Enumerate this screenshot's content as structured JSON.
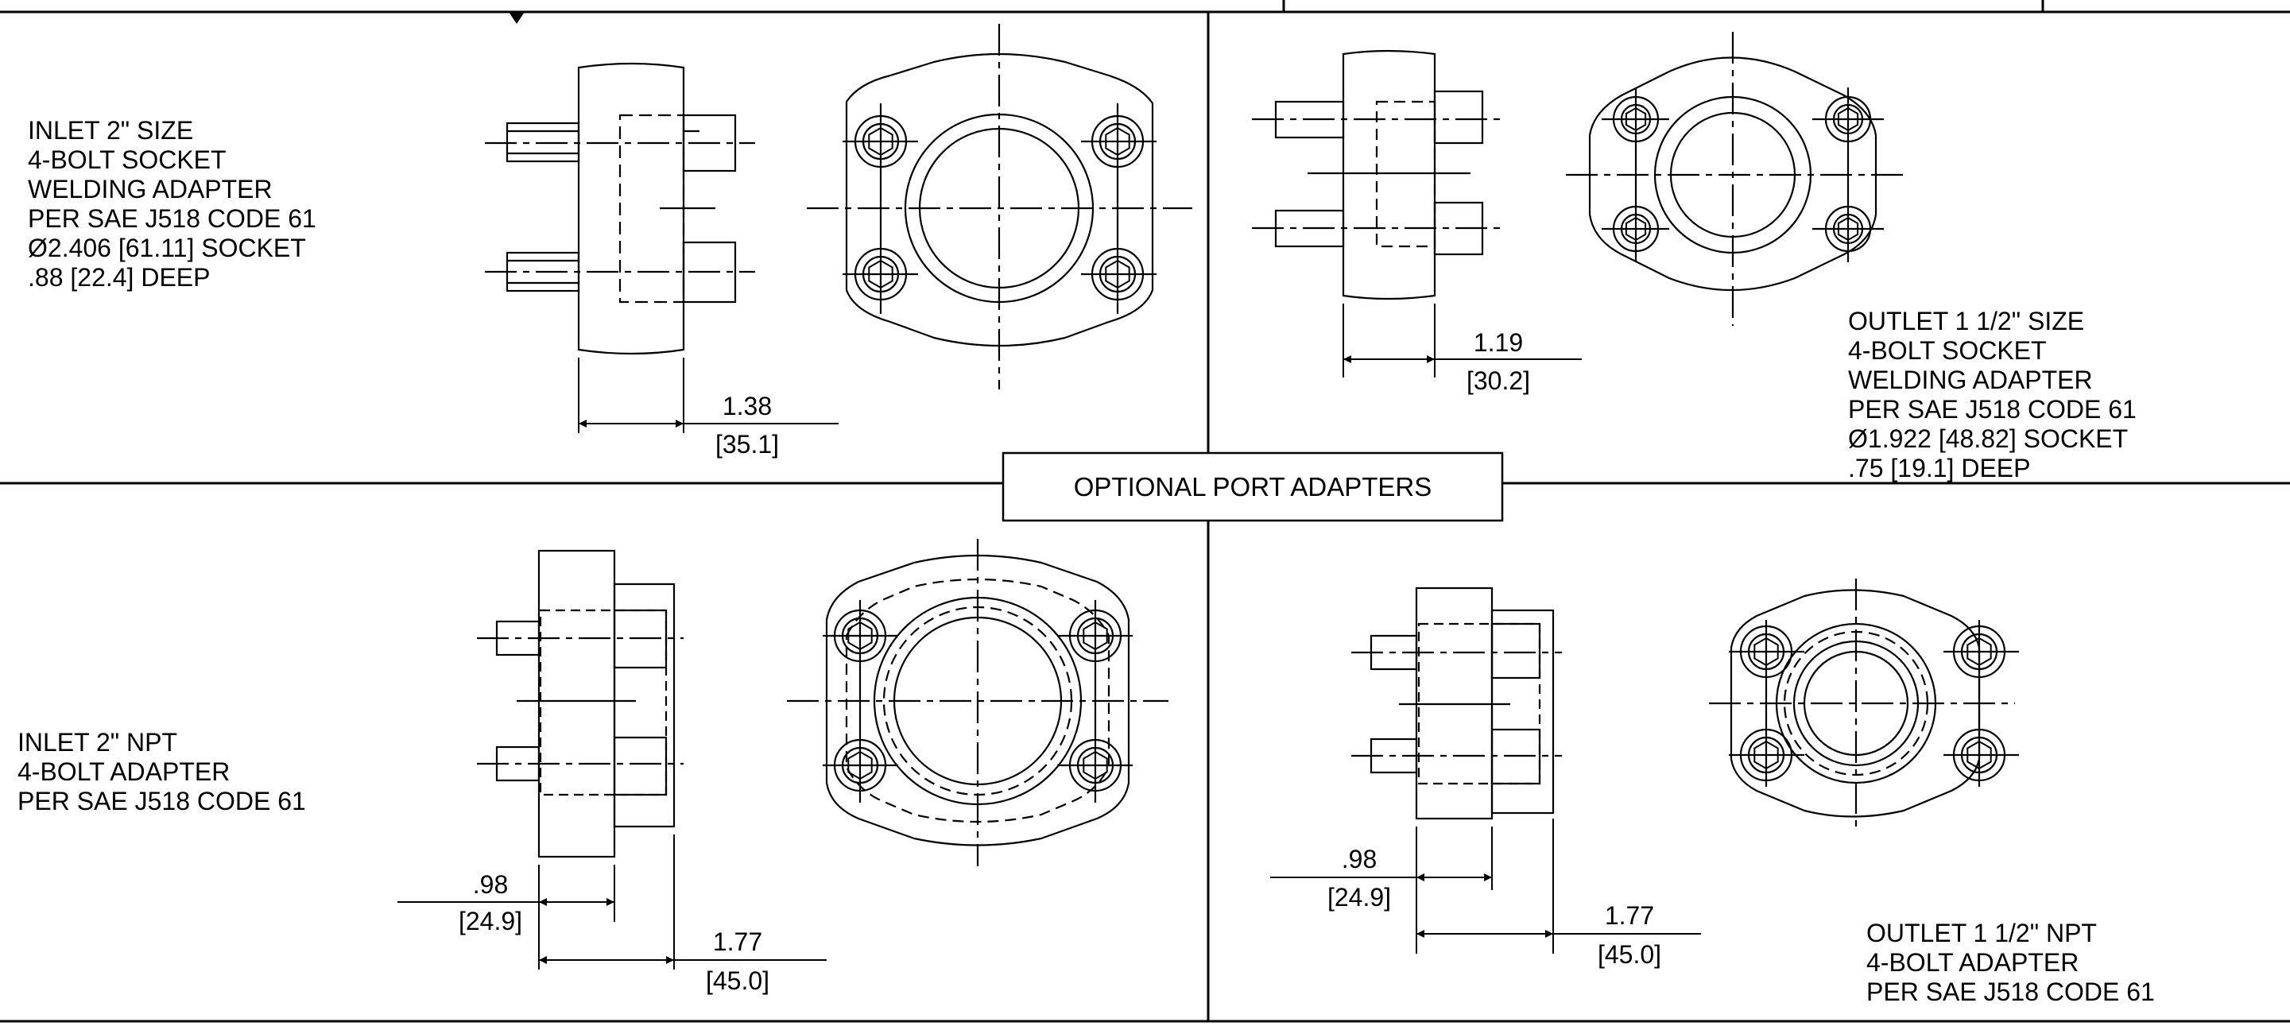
{
  "title": "OPTIONAL PORT ADAPTERS",
  "inlet_socket": {
    "lines": [
      "INLET 2\" SIZE",
      "4-BOLT SOCKET",
      "WELDING ADAPTER",
      "PER SAE J518 CODE 61",
      "Ø2.406 [61.11] SOCKET",
      ".88 [22.4] DEEP"
    ],
    "dim": "1.38",
    "dim_mm": "[35.1]"
  },
  "outlet_socket": {
    "lines": [
      "OUTLET 1 1/2\" SIZE",
      "4-BOLT SOCKET",
      "WELDING ADAPTER",
      "PER SAE J518 CODE 61",
      "Ø1.922 [48.82] SOCKET",
      ".75 [19.1] DEEP"
    ],
    "dim": "1.19",
    "dim_mm": "[30.2]"
  },
  "inlet_npt": {
    "lines": [
      "INLET 2\" NPT",
      "4-BOLT ADAPTER",
      "PER SAE J518 CODE 61"
    ],
    "dim1": ".98",
    "dim1_mm": "[24.9]",
    "dim2": "1.77",
    "dim2_mm": "[45.0]"
  },
  "outlet_npt": {
    "lines": [
      "OUTLET 1 1/2\" NPT",
      "4-BOLT ADAPTER",
      "PER SAE J518 CODE 61"
    ],
    "dim1": ".98",
    "dim1_mm": "[24.9]",
    "dim2": "1.77",
    "dim2_mm": "[45.0]"
  }
}
